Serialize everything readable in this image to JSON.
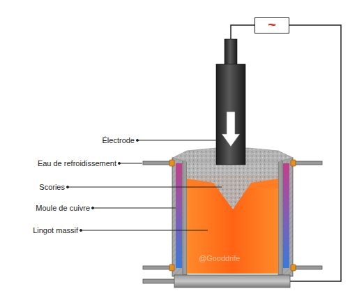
{
  "diagram": {
    "nodes": [
      {
        "text": [
          "~"
        ]
      }
    ],
    "labels": [
      "Électrode",
      "Eau de refroidissement",
      "Scories",
      "Moule de cuivre",
      "Lingot massif",
      "@Gooddrife"
    ]
  }
}
